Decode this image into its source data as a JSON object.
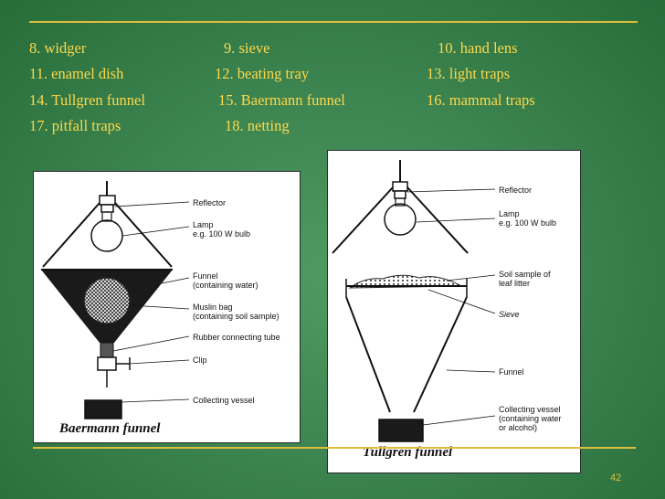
{
  "slide": {
    "items": [
      "8. widger",
      "9. sieve",
      "10. hand lens",
      "11. enamel dish",
      "12. beating tray",
      "13. light traps",
      "14. Tullgren funnel",
      "15. Baermann funnel",
      "16. mammal traps",
      "17. pitfall traps",
      "18. netting"
    ],
    "page_number": "42",
    "text_color": "#ffd84a",
    "rule_color": "#e1bd3c"
  },
  "baermann": {
    "caption": "Baermann funnel",
    "labels": [
      "Reflector",
      "Lamp",
      "e.g. 100 W bulb",
      "Funnel",
      "(containing water)",
      "Muslin bag",
      "(containing soil sample)",
      "Rubber connecting tube",
      "Clip",
      "Collecting vessel"
    ]
  },
  "tullgren": {
    "caption": "Tullgren funnel",
    "labels": [
      "Reflector",
      "Lamp",
      "e.g. 100 W bulb",
      "Soil sample of",
      "leaf litter",
      "Sieve",
      "Funnel",
      "Collecting vessel",
      "(containing water",
      "or alcohol)"
    ]
  }
}
